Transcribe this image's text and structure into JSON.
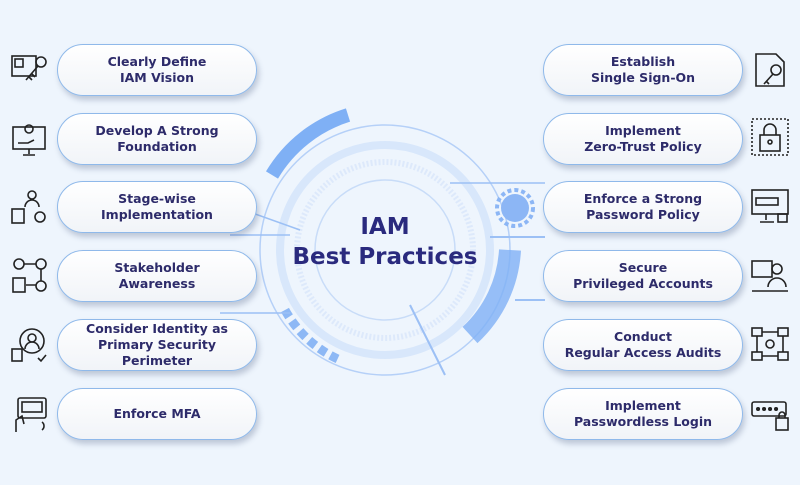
{
  "title": {
    "line1": "IAM",
    "line2": "Best Practices"
  },
  "colors": {
    "accent": "#6ea3f2",
    "text": "#2d2b6a",
    "background": "#eef5fd"
  },
  "left": [
    {
      "l1": "Clearly Define",
      "l2": "IAM Vision",
      "icon": "id-card-key-icon"
    },
    {
      "l1": "Develop A Strong",
      "l2": "Foundation",
      "icon": "monitor-gear-icon"
    },
    {
      "l1": "Stage-wise",
      "l2": "Implementation",
      "icon": "person-workflow-icon"
    },
    {
      "l1": "Stakeholder",
      "l2": "Awareness",
      "icon": "stakeholders-icon"
    },
    {
      "l1": "Consider Identity as",
      "l2": "Primary Security Perimeter",
      "icon": "identity-check-icon"
    },
    {
      "l1": "Enforce MFA",
      "l2": "",
      "icon": "mfa-device-icon"
    }
  ],
  "right": [
    {
      "l1": "Establish",
      "l2": "Single Sign-On",
      "icon": "document-key-icon"
    },
    {
      "l1": "Implement",
      "l2": "Zero-Trust Policy",
      "icon": "padlock-icon"
    },
    {
      "l1": "Enforce a Strong",
      "l2": "Password Policy",
      "icon": "password-monitor-icon"
    },
    {
      "l1": "Secure",
      "l2": "Privileged Accounts",
      "icon": "privileged-user-icon"
    },
    {
      "l1": "Conduct",
      "l2": "Regular Access Audits",
      "icon": "network-audit-icon"
    },
    {
      "l1": "Implement",
      "l2": "Passwordless Login",
      "icon": "password-lock-icon"
    }
  ]
}
